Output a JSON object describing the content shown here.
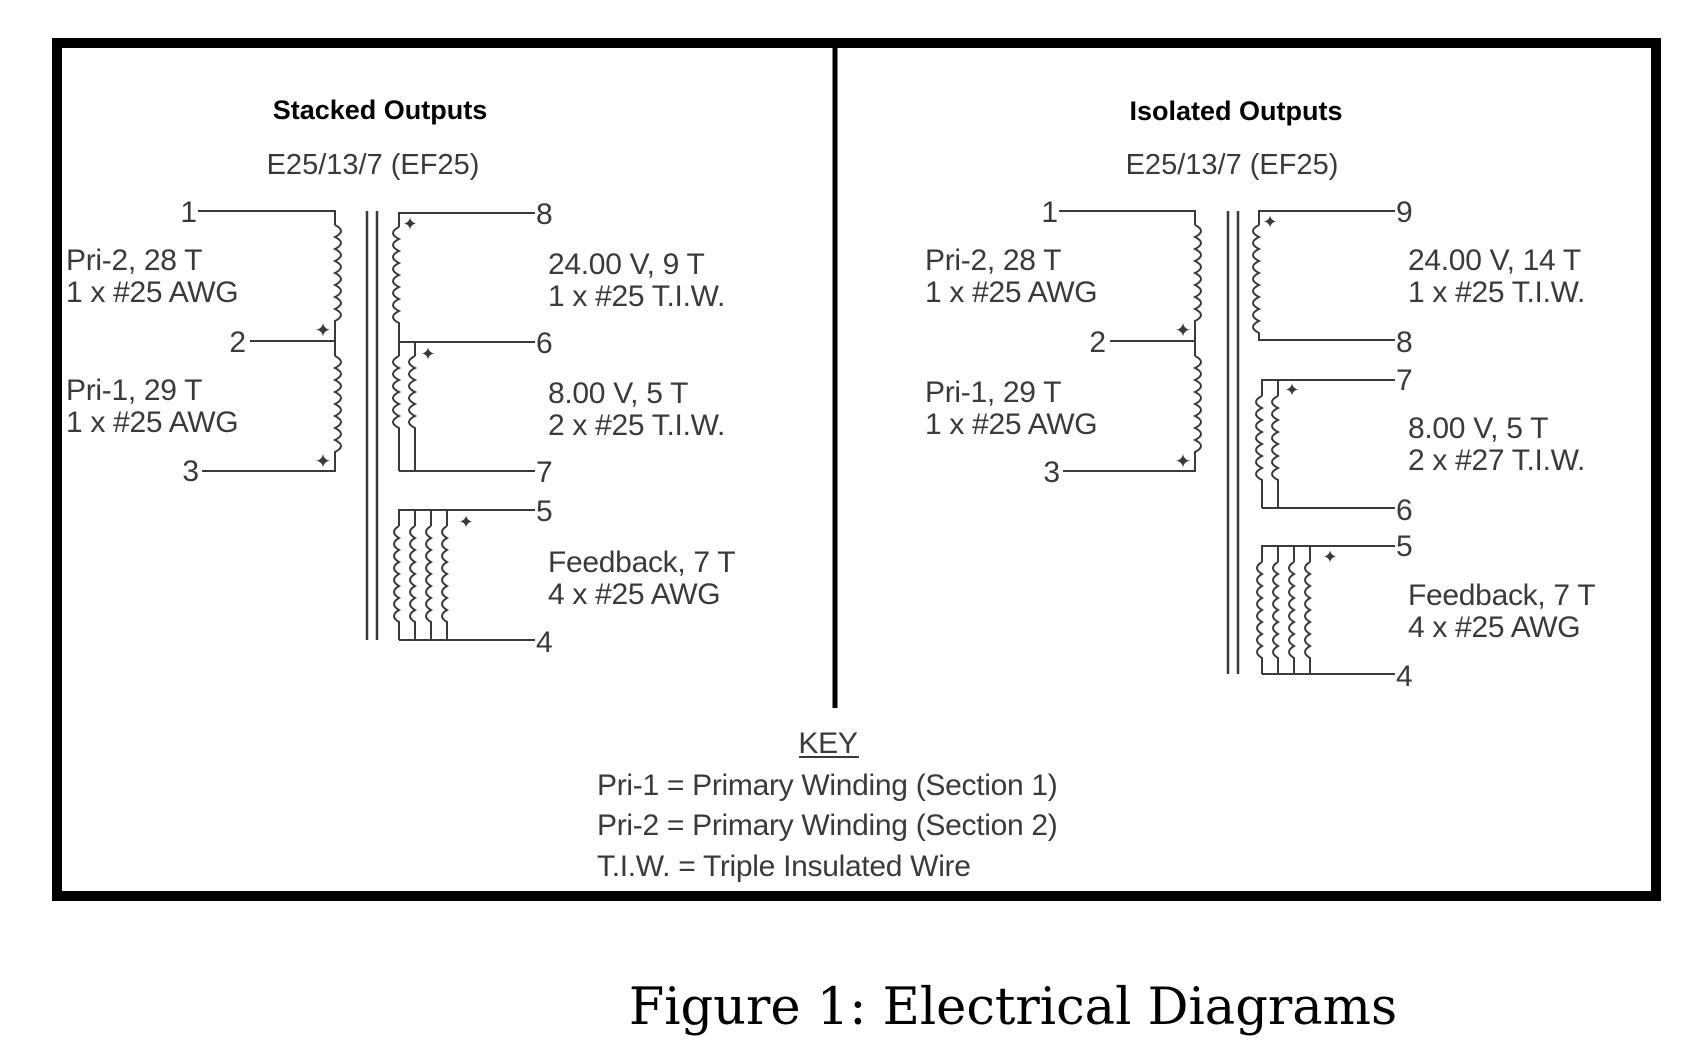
{
  "diagrams": [
    {
      "title": "Stacked Outputs",
      "core": "E25/13/7 (EF25)",
      "primary_pins": [
        "1",
        "2",
        "3"
      ],
      "primary_windings": [
        {
          "line1": "Pri-2,  28 T",
          "line2": "1 x #25 AWG"
        },
        {
          "line1": "Pri-1,  29 T",
          "line2": "1 x #25 AWG"
        }
      ],
      "secondary_windings": [
        {
          "top_pin": "8",
          "bottom_pin": "6",
          "line1": "24.00 V,  9 T",
          "line2": "1 x #25 T.I.W."
        },
        {
          "top_pin": "6",
          "bottom_pin": "7",
          "line1": "8.00 V,  5 T",
          "line2": "2 x #25 T.I.W."
        },
        {
          "top_pin": "5",
          "bottom_pin": "4",
          "line1": "Feedback,  7 T",
          "line2": "4 x #25 AWG"
        }
      ]
    },
    {
      "title": "Isolated Outputs",
      "core": "E25/13/7 (EF25)",
      "primary_pins": [
        "1",
        "2",
        "3"
      ],
      "primary_windings": [
        {
          "line1": "Pri-2,  28 T",
          "line2": "1 x #25 AWG"
        },
        {
          "line1": "Pri-1,  29 T",
          "line2": "1 x #25 AWG"
        }
      ],
      "secondary_windings": [
        {
          "top_pin": "9",
          "bottom_pin": "8",
          "line1": "24.00 V, 14 T",
          "line2": "1 x #25 T.I.W."
        },
        {
          "top_pin": "7",
          "bottom_pin": "6",
          "line1": "8.00 V,  5 T",
          "line2": "2 x #27 T.I.W."
        },
        {
          "top_pin": "5",
          "bottom_pin": "4",
          "line1": "Feedback,  7 T",
          "line2": "4 x #25 AWG"
        }
      ]
    }
  ],
  "key": {
    "heading": "KEY",
    "lines": [
      "Pri-1 = Primary Winding (Section 1)",
      "Pri-2 = Primary Winding (Section 2)",
      "T.I.W. = Triple Insulated Wire"
    ]
  },
  "caption": "Figure 1:  Electrical Diagrams"
}
